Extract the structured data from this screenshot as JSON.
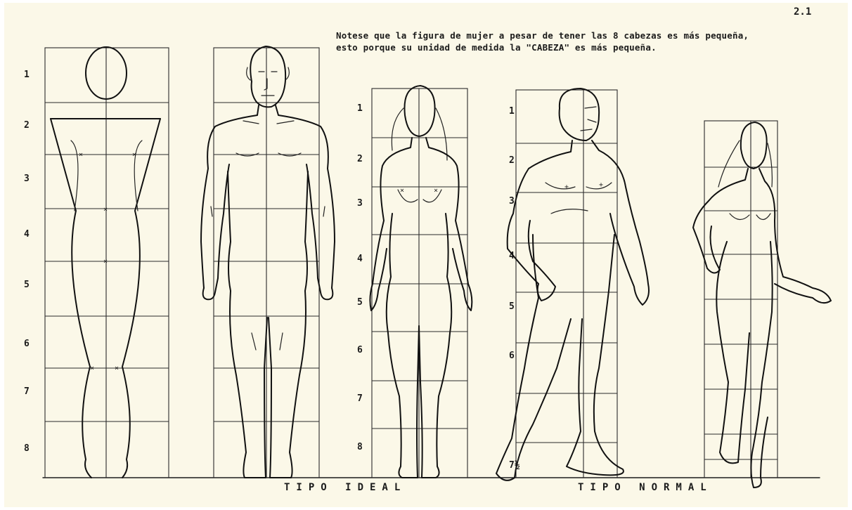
{
  "page_number": "2.1",
  "note": {
    "line1": "Notese que la figura de mujer a pesar de tener las 8 cabezas es más pequeña,",
    "line2": "esto porque su unidad de medida la \"CABEZA\" es más pequeña."
  },
  "labels": {
    "ideal": "TIPO IDEAL",
    "normal": "TIPO NORMAL"
  },
  "grids": [
    {
      "id": "grid-ideal-schematic",
      "numbers": [
        "1",
        "2",
        "3",
        "4",
        "5",
        "6",
        "7",
        "8"
      ]
    },
    {
      "id": "grid-ideal-man",
      "numbers": []
    },
    {
      "id": "grid-ideal-woman",
      "numbers": [
        "1",
        "2",
        "3",
        "4",
        "5",
        "6",
        "7",
        "8"
      ]
    },
    {
      "id": "grid-normal-man",
      "numbers": [
        "1",
        "2",
        "3",
        "4",
        "5",
        "6",
        "7½"
      ]
    },
    {
      "id": "grid-normal-woman",
      "numbers": []
    }
  ]
}
